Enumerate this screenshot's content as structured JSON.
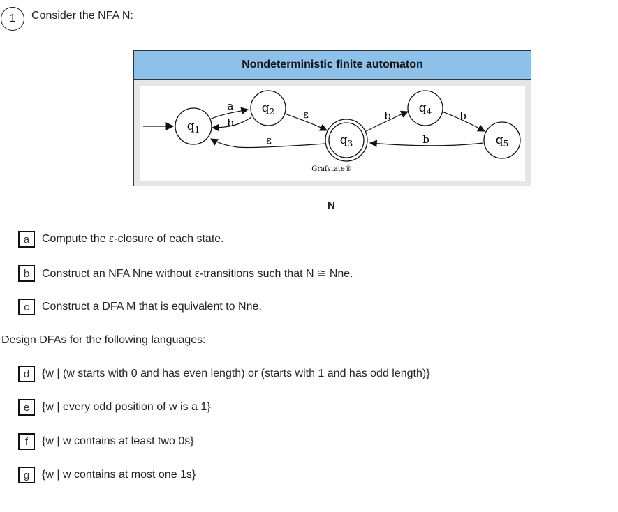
{
  "problem": {
    "number": "1",
    "intro": "Consider the NFA N:"
  },
  "figure": {
    "title": "Nondeterministic finite automaton",
    "caption": "N",
    "watermark": "Grafstate®",
    "states": [
      {
        "name": "q",
        "sub": "1"
      },
      {
        "name": "q",
        "sub": "2"
      },
      {
        "name": "q",
        "sub": "3",
        "accepting": true
      },
      {
        "name": "q",
        "sub": "4"
      },
      {
        "name": "q",
        "sub": "5"
      }
    ],
    "edges": [
      {
        "from": "q1",
        "to": "q2",
        "label": "a"
      },
      {
        "from": "q2",
        "to": "q1",
        "label": "b"
      },
      {
        "from": "q2",
        "to": "q3",
        "label": "ε"
      },
      {
        "from": "q3",
        "to": "q1",
        "label": "ε"
      },
      {
        "from": "q3",
        "to": "q4",
        "label": "b"
      },
      {
        "from": "q4",
        "to": "q5",
        "label": "b"
      },
      {
        "from": "q5",
        "to": "q3",
        "label": "b"
      }
    ]
  },
  "tasks": [
    {
      "letter": "a",
      "text": "Compute the ε-closure of each state."
    },
    {
      "letter": "b",
      "text": "Construct an NFA Nne without ε-transitions such that N ≅ Nne."
    },
    {
      "letter": "c",
      "text": "Construct a DFA M that is equivalent to Nne."
    }
  ],
  "section_heading": "Design DFAs for the following languages:",
  "languages": [
    {
      "letter": "d",
      "text": "{w | (w starts with 0 and has even length) or (starts with 1 and has odd length)}"
    },
    {
      "letter": "e",
      "text": "{w | every odd position of w is a 1}"
    },
    {
      "letter": "f",
      "text": "{w | w contains at least two 0s}"
    },
    {
      "letter": "g",
      "text": "{w | w contains at most one 1s}"
    }
  ]
}
